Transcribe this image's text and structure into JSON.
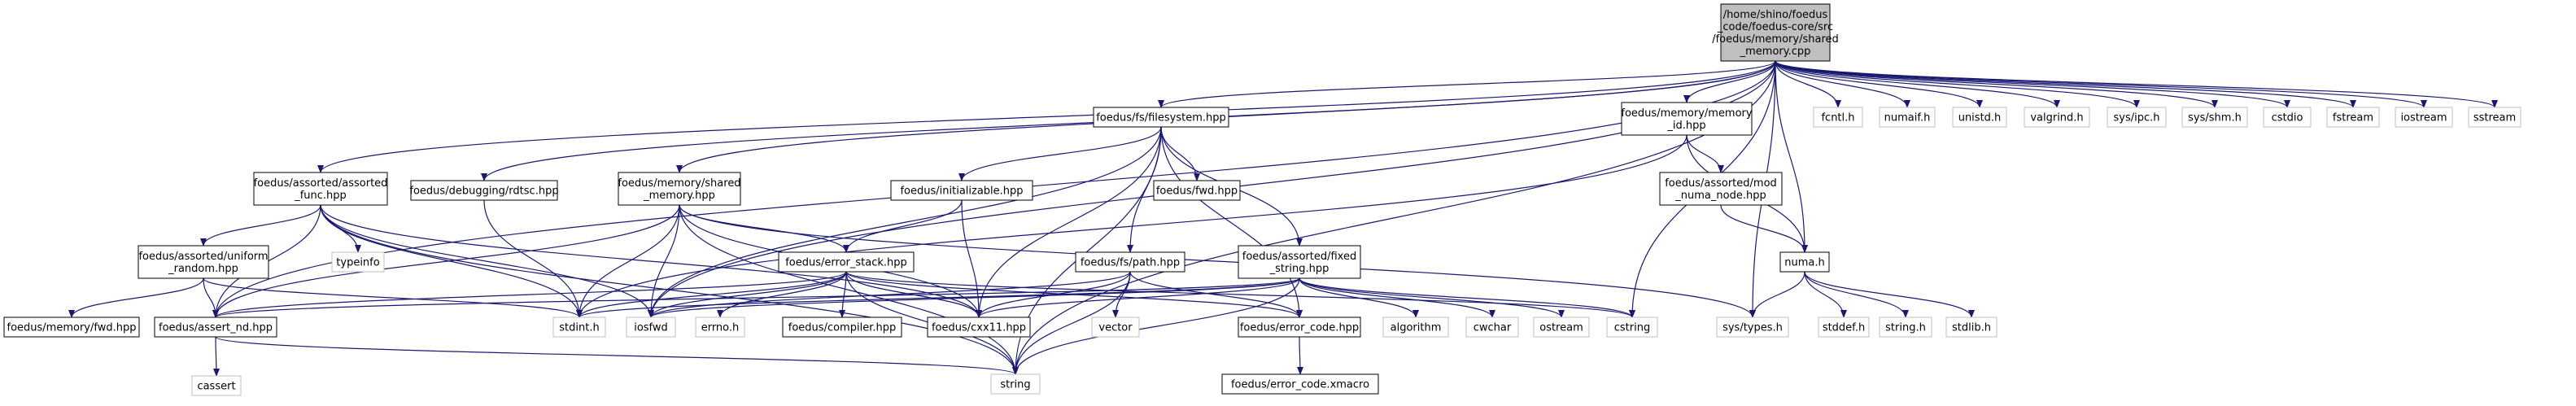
{
  "colors": {
    "edge": "#191970",
    "root_fill": "#bfbfbf",
    "root_stroke": "#000000",
    "header_stroke": "#000000",
    "system_stroke": "#bfbfbf",
    "node_fill": "#ffffff",
    "system_text": "#000000"
  },
  "nodes": [
    {
      "id": "root",
      "kind": "root",
      "lines": [
        "/home/shino/foedus",
        "_code/foedus-core/src",
        "/foedus/memory/shared",
        "_memory.cpp"
      ]
    },
    {
      "id": "assorted_func",
      "kind": "header",
      "lines": [
        "foedus/assorted/assorted",
        "_func.hpp"
      ]
    },
    {
      "id": "rdtsc",
      "kind": "header",
      "lines": [
        "foedus/debugging/rdtsc.hpp"
      ]
    },
    {
      "id": "shared_memory_hpp",
      "kind": "header",
      "lines": [
        "foedus/memory/shared",
        "_memory.hpp"
      ]
    },
    {
      "id": "filesystem",
      "kind": "header",
      "lines": [
        "foedus/fs/filesystem.hpp"
      ]
    },
    {
      "id": "memory_id",
      "kind": "header",
      "lines": [
        "foedus/memory/memory",
        "_id.hpp"
      ]
    },
    {
      "id": "fcntl",
      "kind": "system",
      "lines": [
        "fcntl.h"
      ]
    },
    {
      "id": "numaif",
      "kind": "system",
      "lines": [
        "numaif.h"
      ]
    },
    {
      "id": "unistd",
      "kind": "system",
      "lines": [
        "unistd.h"
      ]
    },
    {
      "id": "valgrind",
      "kind": "system",
      "lines": [
        "valgrind.h"
      ]
    },
    {
      "id": "sysipc",
      "kind": "system",
      "lines": [
        "sys/ipc.h"
      ]
    },
    {
      "id": "sysshm",
      "kind": "system",
      "lines": [
        "sys/shm.h"
      ]
    },
    {
      "id": "cstdio",
      "kind": "system",
      "lines": [
        "cstdio"
      ]
    },
    {
      "id": "fstream",
      "kind": "system",
      "lines": [
        "fstream"
      ]
    },
    {
      "id": "iostream",
      "kind": "system",
      "lines": [
        "iostream"
      ]
    },
    {
      "id": "sstream",
      "kind": "system",
      "lines": [
        "sstream"
      ]
    },
    {
      "id": "initializable",
      "kind": "header",
      "lines": [
        "foedus/initializable.hpp"
      ]
    },
    {
      "id": "fwd_hpp",
      "kind": "header",
      "lines": [
        "foedus/fwd.hpp"
      ]
    },
    {
      "id": "numa_node",
      "kind": "header",
      "lines": [
        "foedus/assorted/mod",
        "_numa_node.hpp"
      ]
    },
    {
      "id": "typeinfo",
      "kind": "system",
      "lines": [
        "typeinfo"
      ]
    },
    {
      "id": "uniform_random",
      "kind": "header",
      "lines": [
        "foedus/assorted/uniform",
        "_random.hpp"
      ]
    },
    {
      "id": "error_stack",
      "kind": "header",
      "lines": [
        "foedus/error_stack.hpp"
      ]
    },
    {
      "id": "fs_path",
      "kind": "header",
      "lines": [
        "foedus/fs/path.hpp"
      ]
    },
    {
      "id": "fixed_string",
      "kind": "header",
      "lines": [
        "foedus/assorted/fixed",
        "_string.hpp"
      ]
    },
    {
      "id": "numa_h",
      "kind": "header",
      "lines": [
        "numa.h"
      ]
    },
    {
      "id": "memory_fwd",
      "kind": "header",
      "lines": [
        "foedus/memory/fwd.hpp"
      ]
    },
    {
      "id": "assert_nd",
      "kind": "header",
      "lines": [
        "foedus/assert_nd.hpp"
      ]
    },
    {
      "id": "stdint",
      "kind": "system",
      "lines": [
        "stdint.h"
      ]
    },
    {
      "id": "iosfwd",
      "kind": "system",
      "lines": [
        "iosfwd"
      ]
    },
    {
      "id": "errno",
      "kind": "system",
      "lines": [
        "errno.h"
      ]
    },
    {
      "id": "compiler",
      "kind": "header",
      "lines": [
        "foedus/compiler.hpp"
      ]
    },
    {
      "id": "cxx11",
      "kind": "header",
      "lines": [
        "foedus/cxx11.hpp"
      ]
    },
    {
      "id": "vector",
      "kind": "system",
      "lines": [
        "vector"
      ]
    },
    {
      "id": "error_code",
      "kind": "header",
      "lines": [
        "foedus/error_code.hpp"
      ]
    },
    {
      "id": "algorithm",
      "kind": "system",
      "lines": [
        "algorithm"
      ]
    },
    {
      "id": "cwchar",
      "kind": "system",
      "lines": [
        "cwchar"
      ]
    },
    {
      "id": "ostream",
      "kind": "system",
      "lines": [
        "ostream"
      ]
    },
    {
      "id": "cstring",
      "kind": "system",
      "lines": [
        "cstring"
      ]
    },
    {
      "id": "systypes",
      "kind": "system",
      "lines": [
        "sys/types.h"
      ]
    },
    {
      "id": "stddef",
      "kind": "system",
      "lines": [
        "stddef.h"
      ]
    },
    {
      "id": "string_h",
      "kind": "system",
      "lines": [
        "string.h"
      ]
    },
    {
      "id": "stdlib",
      "kind": "system",
      "lines": [
        "stdlib.h"
      ]
    },
    {
      "id": "cassert",
      "kind": "system",
      "lines": [
        "cassert"
      ]
    },
    {
      "id": "string",
      "kind": "system",
      "lines": [
        "string"
      ]
    },
    {
      "id": "error_code_xmacro",
      "kind": "header",
      "lines": [
        "foedus/error_code.xmacro"
      ]
    }
  ],
  "edges": [
    [
      "root",
      "assorted_func"
    ],
    [
      "root",
      "rdtsc"
    ],
    [
      "root",
      "shared_memory_hpp"
    ],
    [
      "root",
      "filesystem"
    ],
    [
      "root",
      "memory_id"
    ],
    [
      "root",
      "fcntl"
    ],
    [
      "root",
      "numaif"
    ],
    [
      "root",
      "unistd"
    ],
    [
      "root",
      "valgrind"
    ],
    [
      "root",
      "sysipc"
    ],
    [
      "root",
      "sysshm"
    ],
    [
      "root",
      "cstdio"
    ],
    [
      "root",
      "fstream"
    ],
    [
      "root",
      "iostream"
    ],
    [
      "root",
      "sstream"
    ],
    [
      "root",
      "assert_nd"
    ],
    [
      "root",
      "numa_h"
    ],
    [
      "root",
      "iosfwd"
    ],
    [
      "root",
      "cstring"
    ],
    [
      "root",
      "string"
    ],
    [
      "root",
      "systypes"
    ],
    [
      "assorted_func",
      "typeinfo"
    ],
    [
      "assorted_func",
      "uniform_random"
    ],
    [
      "assorted_func",
      "assert_nd"
    ],
    [
      "assorted_func",
      "stdint"
    ],
    [
      "assorted_func",
      "iosfwd"
    ],
    [
      "assorted_func",
      "string"
    ],
    [
      "assorted_func",
      "cxx11"
    ],
    [
      "rdtsc",
      "stdint"
    ],
    [
      "shared_memory_hpp",
      "error_stack"
    ],
    [
      "shared_memory_hpp",
      "stdint"
    ],
    [
      "shared_memory_hpp",
      "iosfwd"
    ],
    [
      "shared_memory_hpp",
      "string"
    ],
    [
      "shared_memory_hpp",
      "cxx11"
    ],
    [
      "shared_memory_hpp",
      "assert_nd"
    ],
    [
      "shared_memory_hpp",
      "systypes"
    ],
    [
      "filesystem",
      "initializable"
    ],
    [
      "filesystem",
      "fwd_hpp"
    ],
    [
      "filesystem",
      "fs_path"
    ],
    [
      "filesystem",
      "fixed_string"
    ],
    [
      "filesystem",
      "cxx11"
    ],
    [
      "filesystem",
      "error_code"
    ],
    [
      "filesystem",
      "iosfwd"
    ],
    [
      "filesystem",
      "string"
    ],
    [
      "memory_id",
      "numa_node"
    ],
    [
      "memory_id",
      "stdint"
    ],
    [
      "memory_id",
      "numa_h"
    ],
    [
      "numa_node",
      "numa_h"
    ],
    [
      "initializable",
      "error_stack"
    ],
    [
      "initializable",
      "cxx11"
    ],
    [
      "uniform_random",
      "memory_fwd"
    ],
    [
      "uniform_random",
      "assert_nd"
    ],
    [
      "uniform_random",
      "stdint"
    ],
    [
      "error_stack",
      "stdint"
    ],
    [
      "error_stack",
      "iosfwd"
    ],
    [
      "error_stack",
      "errno"
    ],
    [
      "error_stack",
      "compiler"
    ],
    [
      "error_stack",
      "cxx11"
    ],
    [
      "error_stack",
      "error_code"
    ],
    [
      "error_stack",
      "string"
    ],
    [
      "error_stack",
      "assert_nd"
    ],
    [
      "error_stack",
      "cstring"
    ],
    [
      "fs_path",
      "iosfwd"
    ],
    [
      "fs_path",
      "vector"
    ],
    [
      "fs_path",
      "string"
    ],
    [
      "fs_path",
      "cxx11"
    ],
    [
      "fs_path",
      "error_code"
    ],
    [
      "fixed_string",
      "algorithm"
    ],
    [
      "fixed_string",
      "cwchar"
    ],
    [
      "fixed_string",
      "ostream"
    ],
    [
      "fixed_string",
      "cstring"
    ],
    [
      "fixed_string",
      "string"
    ],
    [
      "fixed_string",
      "stdint"
    ],
    [
      "fixed_string",
      "assert_nd"
    ],
    [
      "fixed_string",
      "cxx11"
    ],
    [
      "fixed_string",
      "iosfwd"
    ],
    [
      "numa_h",
      "systypes"
    ],
    [
      "numa_h",
      "stddef"
    ],
    [
      "numa_h",
      "string_h"
    ],
    [
      "numa_h",
      "stdlib"
    ],
    [
      "assert_nd",
      "cassert"
    ],
    [
      "assert_nd",
      "string"
    ],
    [
      "error_code",
      "error_code_xmacro"
    ]
  ]
}
